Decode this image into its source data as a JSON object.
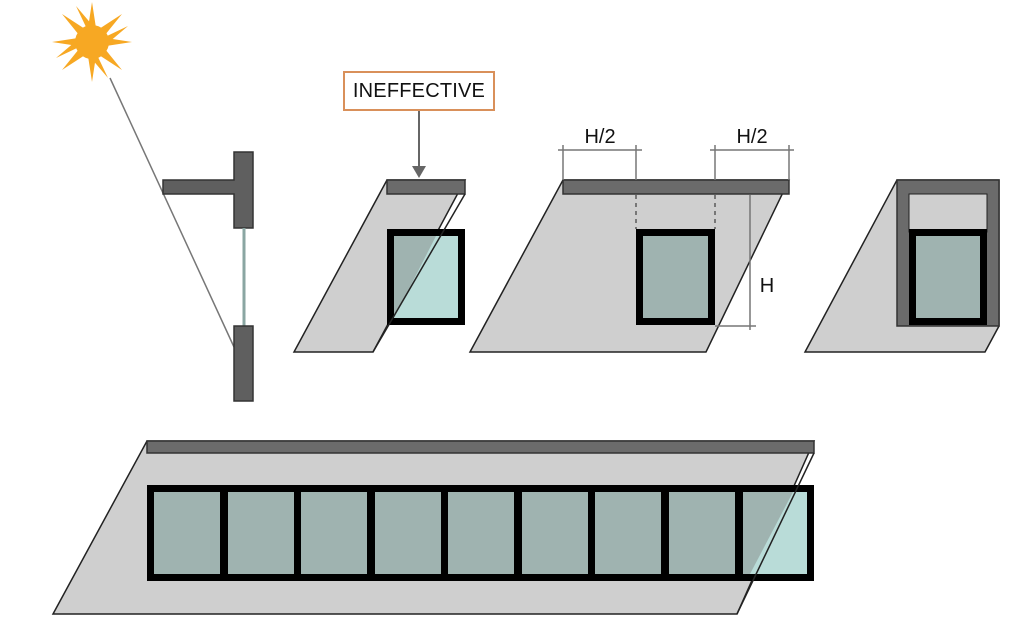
{
  "figure": {
    "title": "Horizontal overhang shading effectiveness",
    "labels": {
      "ineffective": "INEFFECTIVE",
      "half_height_left": "H/2",
      "half_height_right": "H/2",
      "height": "H"
    },
    "panels": [
      {
        "id": "section",
        "description": "Section: sun ray passing overhang edge to window sill"
      },
      {
        "id": "short-overhang",
        "description": "Overhang same width as window - ineffective, partial sun on window"
      },
      {
        "id": "extended-overhang",
        "description": "Overhang extends H/2 beyond each side of window of height H"
      },
      {
        "id": "side-fins",
        "description": "Overhang with side fins fully shading window"
      },
      {
        "id": "continuous-overhang",
        "description": "Continuous overhang over a strip of 9 window panes"
      }
    ],
    "window_strip_panes": 9,
    "colors": {
      "sun": "#f7a823",
      "overhang": "#6b6b6b",
      "shadow": "#cfcfcf",
      "glass_shaded": "#9fb3b0",
      "glass_sunlit": "#b9dcd8",
      "frame": "#000000",
      "callout_border": "#d9905a"
    }
  }
}
